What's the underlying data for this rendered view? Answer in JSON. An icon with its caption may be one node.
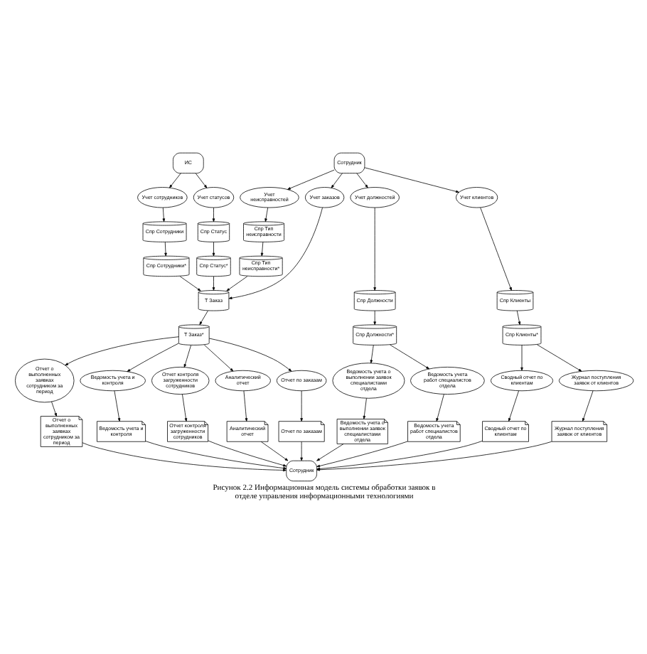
{
  "diagram": {
    "caption": "Рисунок 2.2 Информационная модель системы обработки заявок в отделе управления информационными технологиями",
    "nodes": [
      {
        "text": [
          "ИС"
        ]
      },
      {
        "text": [
          "Сотрудник"
        ]
      },
      {
        "text": [
          "Учет сотрудников"
        ]
      },
      {
        "text": [
          "Учет клиентов"
        ]
      },
      {
        "text": [
          "Учет заказов"
        ]
      },
      {
        "text": [
          "Учет должностей"
        ]
      },
      {
        "text": [
          "Учет неисправностей"
        ]
      },
      {
        "text": [
          "Учет статусов"
        ]
      },
      {
        "text": [
          "Спр Сотрудники"
        ]
      },
      {
        "text": [
          "Спр Статус"
        ]
      },
      {
        "text": [
          "Спр Тип неисправности"
        ]
      },
      {
        "text": [
          "Спр Сотрудники*"
        ]
      },
      {
        "text": [
          "Спр Статус*"
        ]
      },
      {
        "text": [
          "Спр Тип неисправности*"
        ]
      },
      {
        "text": [
          "Спр Должности"
        ]
      },
      {
        "text": [
          "Т Заказ"
        ]
      },
      {
        "text": [
          "Спр Клиенты"
        ]
      },
      {
        "text": [
          "Спр Должности*"
        ]
      },
      {
        "text": [
          "Т Заказ*"
        ]
      },
      {
        "text": [
          "Спр Клиенты*"
        ]
      },
      {
        "text": [
          "Журнал поступления заявок от клиентов"
        ]
      },
      {
        "text": [
          "Ведомость учета и контроля"
        ]
      },
      {
        "text": [
          "Сводный отчет по клиентам"
        ]
      },
      {
        "text": [
          "Отчет контроля загруженности сотрудников"
        ]
      },
      {
        "text": [
          "Аналитический отчет"
        ]
      },
      {
        "text": [
          "Ведомость учета работ специалистов отдела"
        ]
      },
      {
        "text": [
          "Отчет по заказам"
        ]
      },
      {
        "text": [
          "Отчет о выполненных заявках сотрудником за период"
        ]
      },
      {
        "text": [
          "Ведомость учета о выполнении заявок специалистами отдела"
        ]
      },
      {
        "text": [
          "Журнал поступления заявок от клиентов"
        ]
      },
      {
        "text": [
          "Ведомость учета и контроля"
        ]
      },
      {
        "text": [
          "Сводный отчет по клиентам"
        ]
      },
      {
        "text": [
          "Отчет контроля загруженности сотрудников"
        ]
      },
      {
        "text": [
          "Аналитический отчет"
        ]
      },
      {
        "text": [
          "Ведомость учета работ специалистов отдела"
        ]
      },
      {
        "text": [
          "Отчет по заказам"
        ]
      },
      {
        "text": [
          "Отчет о выполненных заявках сотрудником за период"
        ]
      },
      {
        "text": [
          "Ведомость учета о выполнении заявок специалистами отдела"
        ]
      },
      {
        "text": [
          "Сотрудник"
        ]
      }
    ],
    "edges": [
      {
        "from": 0,
        "to": 2,
        "arrow": "to"
      },
      {
        "from": 0,
        "to": 7,
        "arrow": "to"
      },
      {
        "from": 1,
        "to": 3,
        "arrow": "to"
      },
      {
        "from": 1,
        "to": 4,
        "arrow": "to"
      },
      {
        "from": 1,
        "to": 5,
        "arrow": "to"
      },
      {
        "from": 1,
        "to": 6,
        "arrow": "to"
      },
      {
        "from": 2,
        "to": 8,
        "arrow": "to"
      },
      {
        "from": 7,
        "to": 9,
        "arrow": "to"
      },
      {
        "from": 6,
        "to": 10,
        "arrow": "to"
      },
      {
        "from": 5,
        "to": 14,
        "arrow": "to"
      },
      {
        "from": 4,
        "to": 15,
        "arrow": "to"
      },
      {
        "from": 3,
        "to": 16,
        "arrow": "to"
      },
      {
        "from": 8,
        "to": 11,
        "arrow": "to"
      },
      {
        "from": 9,
        "to": 12,
        "arrow": "to"
      },
      {
        "from": 10,
        "to": 13,
        "arrow": "to"
      },
      {
        "from": 14,
        "to": 17,
        "arrow": "to"
      },
      {
        "from": 15,
        "to": 18,
        "arrow": "to"
      },
      {
        "from": 16,
        "to": 19,
        "arrow": "to"
      },
      {
        "from": 11,
        "to": 15,
        "arrow": "to"
      },
      {
        "from": 12,
        "to": 15,
        "arrow": "to"
      },
      {
        "from": 13,
        "to": 15,
        "arrow": "to"
      },
      {
        "from": 19,
        "to": 20,
        "arrow": "to"
      },
      {
        "from": 18,
        "to": 21,
        "arrow": "to"
      },
      {
        "from": 19,
        "to": 22,
        "arrow": "to"
      },
      {
        "from": 18,
        "to": 23,
        "arrow": "to"
      },
      {
        "from": 18,
        "to": 24,
        "arrow": "to"
      },
      {
        "from": 17,
        "to": 25,
        "arrow": "to"
      },
      {
        "from": 18,
        "to": 26,
        "arrow": "to"
      },
      {
        "from": 18,
        "to": 27,
        "arrow": "to"
      },
      {
        "from": 17,
        "to": 28,
        "arrow": "to"
      },
      {
        "from": 20,
        "to": 29,
        "arrow": "to"
      },
      {
        "from": 21,
        "to": 30,
        "arrow": "to"
      },
      {
        "from": 22,
        "to": 31,
        "arrow": "to"
      },
      {
        "from": 23,
        "to": 32,
        "arrow": "to"
      },
      {
        "from": 24,
        "to": 33,
        "arrow": "to"
      },
      {
        "from": 25,
        "to": 34,
        "arrow": "to"
      },
      {
        "from": 26,
        "to": 35,
        "arrow": "to"
      },
      {
        "from": 27,
        "to": 36,
        "arrow": "to"
      },
      {
        "from": 28,
        "to": 37,
        "arrow": "to"
      },
      {
        "from": 29,
        "to": 38,
        "arrow": "to"
      },
      {
        "from": 30,
        "to": 38,
        "arrow": "to"
      },
      {
        "from": 31,
        "to": 38,
        "arrow": "to"
      },
      {
        "from": 32,
        "to": 38,
        "arrow": "to"
      },
      {
        "from": 33,
        "to": 38,
        "arrow": "to"
      },
      {
        "from": 34,
        "to": 38,
        "arrow": "to"
      },
      {
        "from": 35,
        "to": 38,
        "arrow": "to"
      },
      {
        "from": 36,
        "to": 38,
        "arrow": "to"
      },
      {
        "from": 37,
        "to": 38,
        "arrow": "to"
      }
    ]
  }
}
